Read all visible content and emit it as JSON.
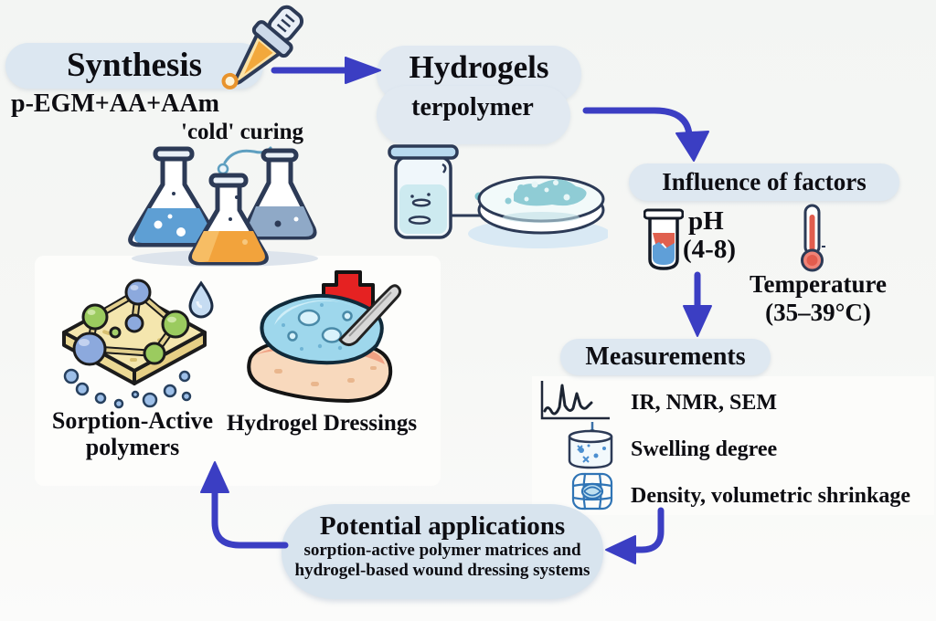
{
  "palette": {
    "arrow_blue": "#3b3ec3",
    "pill_bg": "#dce7f1",
    "bubble_bg": "#d8e4ee",
    "text": "#0d0d12"
  },
  "synthesis": {
    "title": "Synthesis",
    "reagents": "p-EGM+AA+AAm",
    "curing": "'cold' curing"
  },
  "hydrogels": {
    "title": "Hydrogels",
    "subtitle": "terpolymer"
  },
  "influence": {
    "title": "Influence of factors",
    "ph": {
      "label": "pH",
      "range": "(4-8)"
    },
    "temperature": {
      "label": "Temperature",
      "range": "(35–39°C)"
    }
  },
  "measurements": {
    "title": "Measurements",
    "items": [
      {
        "icon": "spectrum-icon",
        "label": "IR, NMR, SEM"
      },
      {
        "icon": "swelling-beaker-icon",
        "label": "Swelling degree"
      },
      {
        "icon": "mesh-cube-icon",
        "label": "Density, volumetric shrinkage"
      }
    ]
  },
  "applications": {
    "title": "Potential applications",
    "subtitle_line1": "sorption-active polymer matrices and",
    "subtitle_line2": "hydrogel-based wound dressing systems"
  },
  "outputs": {
    "sorption": {
      "label_line1": "Sorption-Active",
      "label_line2": "polymers"
    },
    "dressing": {
      "label": "Hydrogel Dressings"
    }
  }
}
